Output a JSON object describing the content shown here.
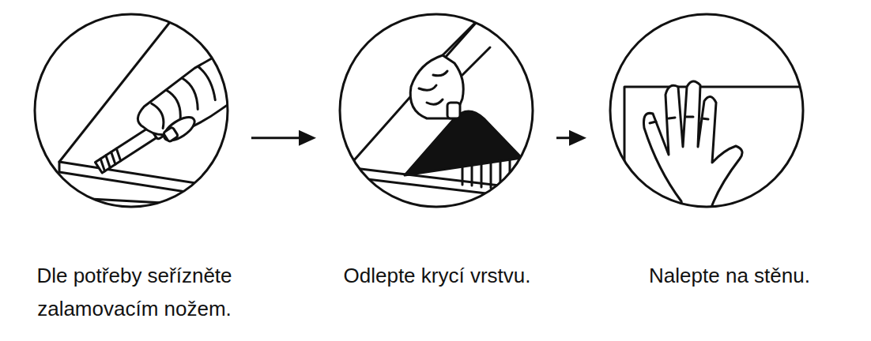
{
  "diagram": {
    "nodes": [
      {
        "text": [
          "Dle potřeby seřízněte zalamovacím nožem."
        ]
      },
      {
        "text": [
          "Odlepte krycí vrstvu."
        ]
      },
      {
        "text": [
          "Nalepte na stěnu."
        ]
      }
    ],
    "edges": [
      {
        "from": 0,
        "to": 1,
        "arrow": "to"
      },
      {
        "from": 1,
        "to": 2,
        "arrow": "to"
      }
    ]
  }
}
